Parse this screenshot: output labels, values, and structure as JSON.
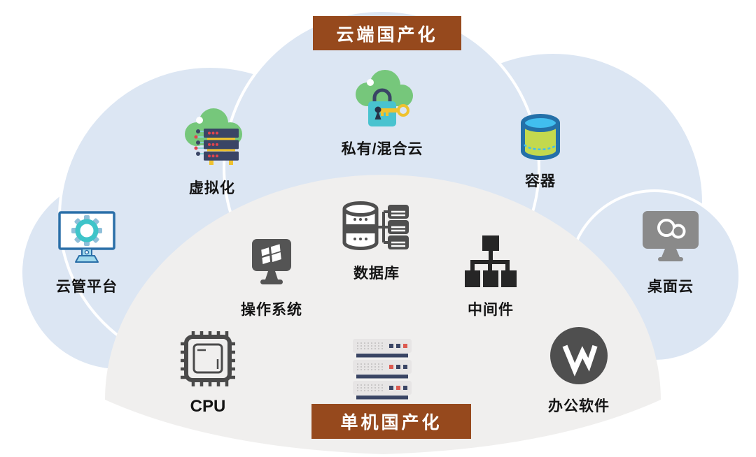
{
  "banners": {
    "top": "云端国产化",
    "bottom": "单机国产化"
  },
  "items": {
    "virtualization": {
      "label": "虚拟化"
    },
    "private_hybrid_cloud": {
      "label": "私有/混合云"
    },
    "container": {
      "label": "容器"
    },
    "cloud_mgmt_platform": {
      "label": "云管平台"
    },
    "desktop_cloud": {
      "label": "桌面云"
    },
    "database": {
      "label": "数据库"
    },
    "operating_system": {
      "label": "操作系统"
    },
    "middleware": {
      "label": "中间件"
    },
    "cpu": {
      "label": "CPU"
    },
    "office_software": {
      "label": "办公软件"
    }
  },
  "icons": {
    "virtualization": "cloud-server-icon",
    "private_hybrid_cloud": "cloud-lock-key-icon",
    "container": "cylinder-icon",
    "cloud_mgmt_platform": "monitor-gear-icon",
    "desktop_cloud": "monitor-cloud-icon",
    "database": "database-servers-icon",
    "operating_system": "windows-monitor-icon",
    "middleware": "hierarchy-icon",
    "cpu": "chip-icon",
    "server_rack": "server-rack-icon",
    "office_software": "wps-logo-icon"
  },
  "colors": {
    "banner_bg": "#96491D",
    "banner_text": "#FFFFFF",
    "cloud_fill": "#DCE6F3",
    "dome_fill": "#F0EFEE",
    "icon_green": "#76C77B",
    "icon_teal": "#49C3CF",
    "icon_yellow": "#EFC22E",
    "icon_navy": "#3A4565",
    "icon_red": "#E0444D",
    "icon_dark": "#4F4F4F",
    "middleware_dark": "#262626",
    "container_outline": "#2470A8",
    "container_top": "#41BEEF",
    "container_body": "#C3D94E",
    "mgmt_outline": "#2A6FA8",
    "mgmt_lightblue": "#9FD9EC",
    "desktop_gray": "#8A8A8A",
    "label_text": "#141414"
  }
}
